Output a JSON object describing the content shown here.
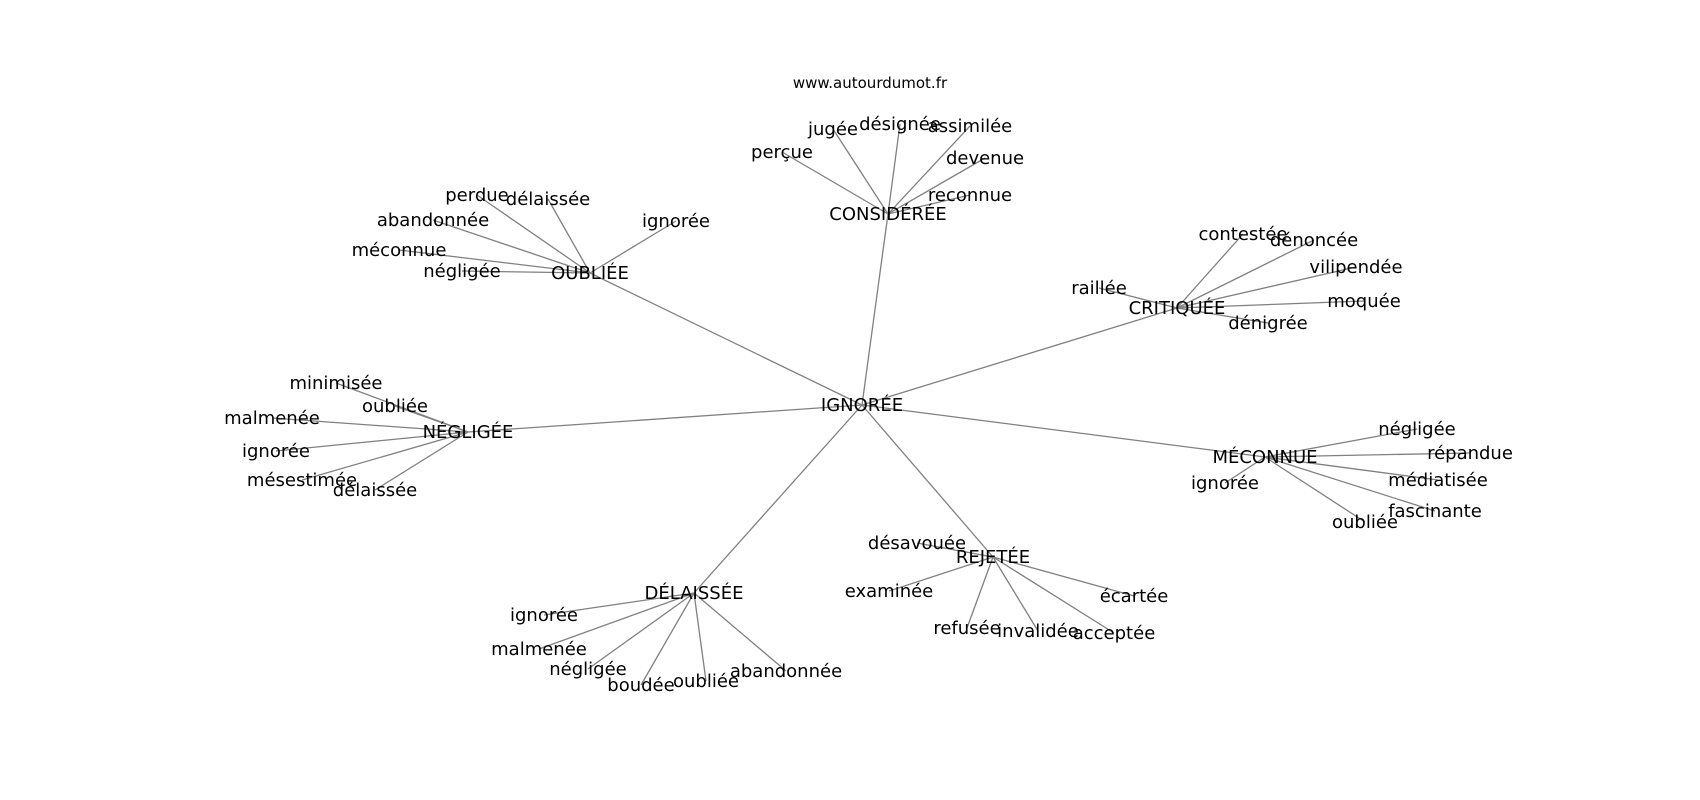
{
  "source": "www.autourdumot.fr",
  "colors": {
    "edge": "#808080",
    "text": "#000000",
    "background": "#ffffff"
  },
  "graph": {
    "center": "IGNORÉE",
    "clusters": [
      {
        "hub": "CONSIDÉRÉE",
        "leaves": [
          "jugée",
          "désignée",
          "assimilée",
          "perçue",
          "devenue",
          "reconnue"
        ]
      },
      {
        "hub": "OUBLIÉE",
        "leaves": [
          "perdue",
          "délaissée",
          "abandonnée",
          "ignorée",
          "méconnue",
          "négligée"
        ]
      },
      {
        "hub": "CRITIQUÉE",
        "leaves": [
          "contestée",
          "dénoncée",
          "vilipendée",
          "raillée",
          "moquée",
          "dénigrée"
        ]
      },
      {
        "hub": "NÉGLIGÉE",
        "leaves": [
          "minimisée",
          "oubliée",
          "malmenée",
          "ignorée",
          "mésestimée",
          "délaissée"
        ]
      },
      {
        "hub": "MÉCONNUE",
        "leaves": [
          "négligée",
          "répandue",
          "ignorée",
          "médiatisée",
          "fascinante",
          "oubliée"
        ]
      },
      {
        "hub": "REJETÉE",
        "leaves": [
          "désavouée",
          "examinée",
          "écartée",
          "refusée",
          "invalidée",
          "acceptée"
        ]
      },
      {
        "hub": "DÉLAISSÉE",
        "leaves": [
          "ignorée",
          "malmenée",
          "négligée",
          "boudée",
          "oubliée",
          "abandonnée"
        ]
      }
    ]
  }
}
